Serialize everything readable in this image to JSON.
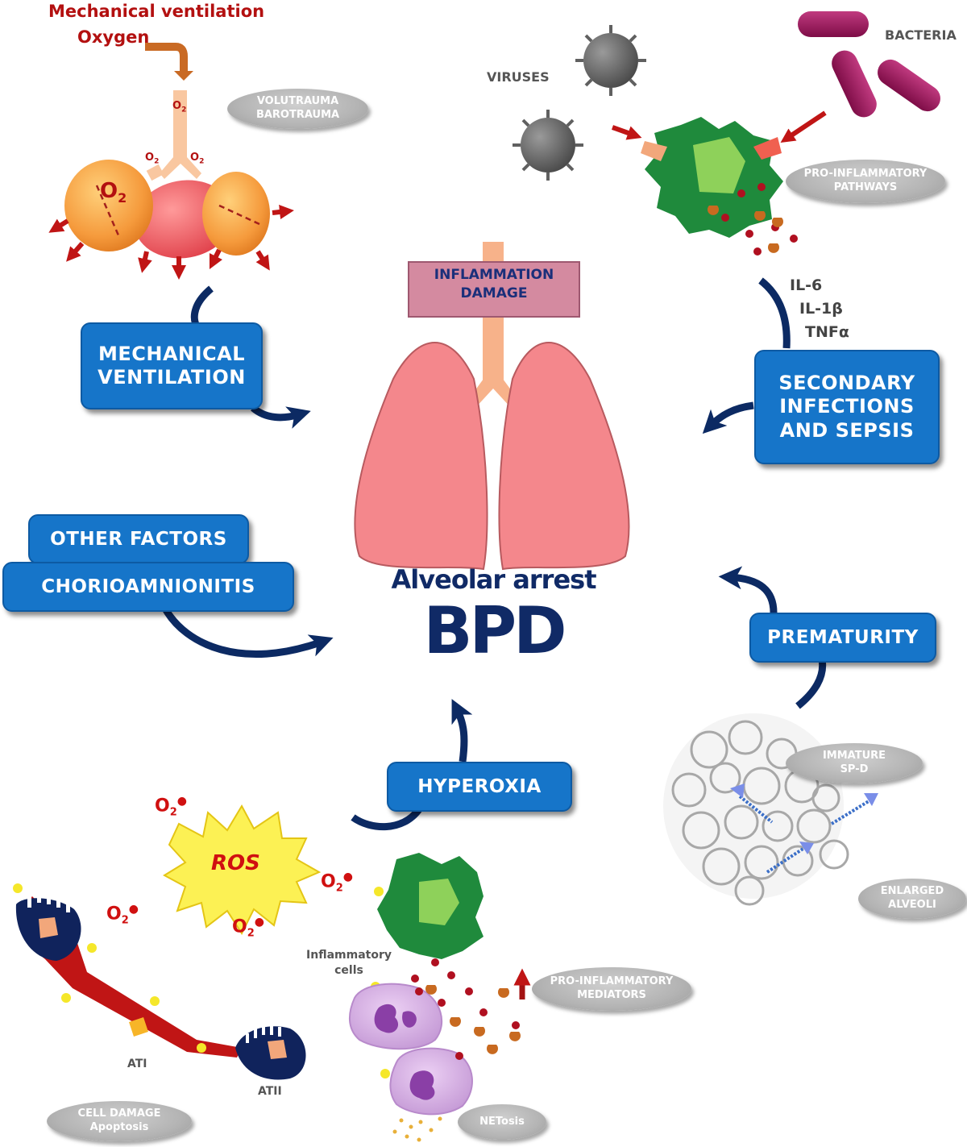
{
  "ventilation_source": {
    "line1": "Mechanical ventilation",
    "line2": "Oxygen"
  },
  "oxygen_label": "O",
  "oxygen_sub": "2",
  "big_oxygen": "O",
  "ros_label": "ROS",
  "center": {
    "inflammation_line1": "INFLAMMATION",
    "inflammation_line2": "DAMAGE",
    "alveolar": "Alveolar arrest",
    "bpd": "BPD"
  },
  "boxes": {
    "mechanical": [
      "MECHANICAL",
      "VENTILATION"
    ],
    "secondary": [
      "SECONDARY",
      "INFECTIONS",
      "AND SEPSIS"
    ],
    "other": "OTHER FACTORS",
    "chorio": "CHORIOAMNIONITIS",
    "prematurity": "PREMATURITY",
    "hyperoxia": "HYPEROXIA"
  },
  "pills": {
    "volutrauma": [
      "VOLUTRAUMA",
      "BAROTRAUMA"
    ],
    "proinflammatory_pathways": [
      "PRO-INFLAMMATORY",
      "PATHWAYS"
    ],
    "immature": [
      "IMMATURE",
      "SP-D"
    ],
    "enlarged": [
      "ENLARGED",
      "ALVEOLI"
    ],
    "mediators": [
      "PRO-INFLAMMATORY",
      "MEDIATORS"
    ],
    "cell_damage": [
      "CELL DAMAGE",
      "Apoptosis"
    ],
    "netosis": "NETosis"
  },
  "labels": {
    "viruses": "VIRUSES",
    "bacteria": "BACTERIA",
    "cytokines": [
      "IL-6",
      "IL-1β",
      "TNFα"
    ],
    "inflammatory_cells": [
      "Inflammatory",
      "cells"
    ],
    "ati": "ATI",
    "atii": "ATII"
  },
  "colors": {
    "box_blue": "#1675c9",
    "navy": "#0c2a63",
    "red": "#cc1010",
    "lung_pink": "#f4878c",
    "pill_gray": "#b4b4b4",
    "macrophage_green": "#1f8a3c",
    "bacteria_purple": "#9b1459"
  },
  "icons": [
    "lung-icon",
    "alveoli-icon",
    "virus-icon",
    "bacteria-icon",
    "macrophage-icon",
    "neutrophil-icon",
    "ros-burst-icon",
    "epithelial-cell-icon",
    "immature-lung-tissue-icon",
    "curved-arrow-icon"
  ]
}
